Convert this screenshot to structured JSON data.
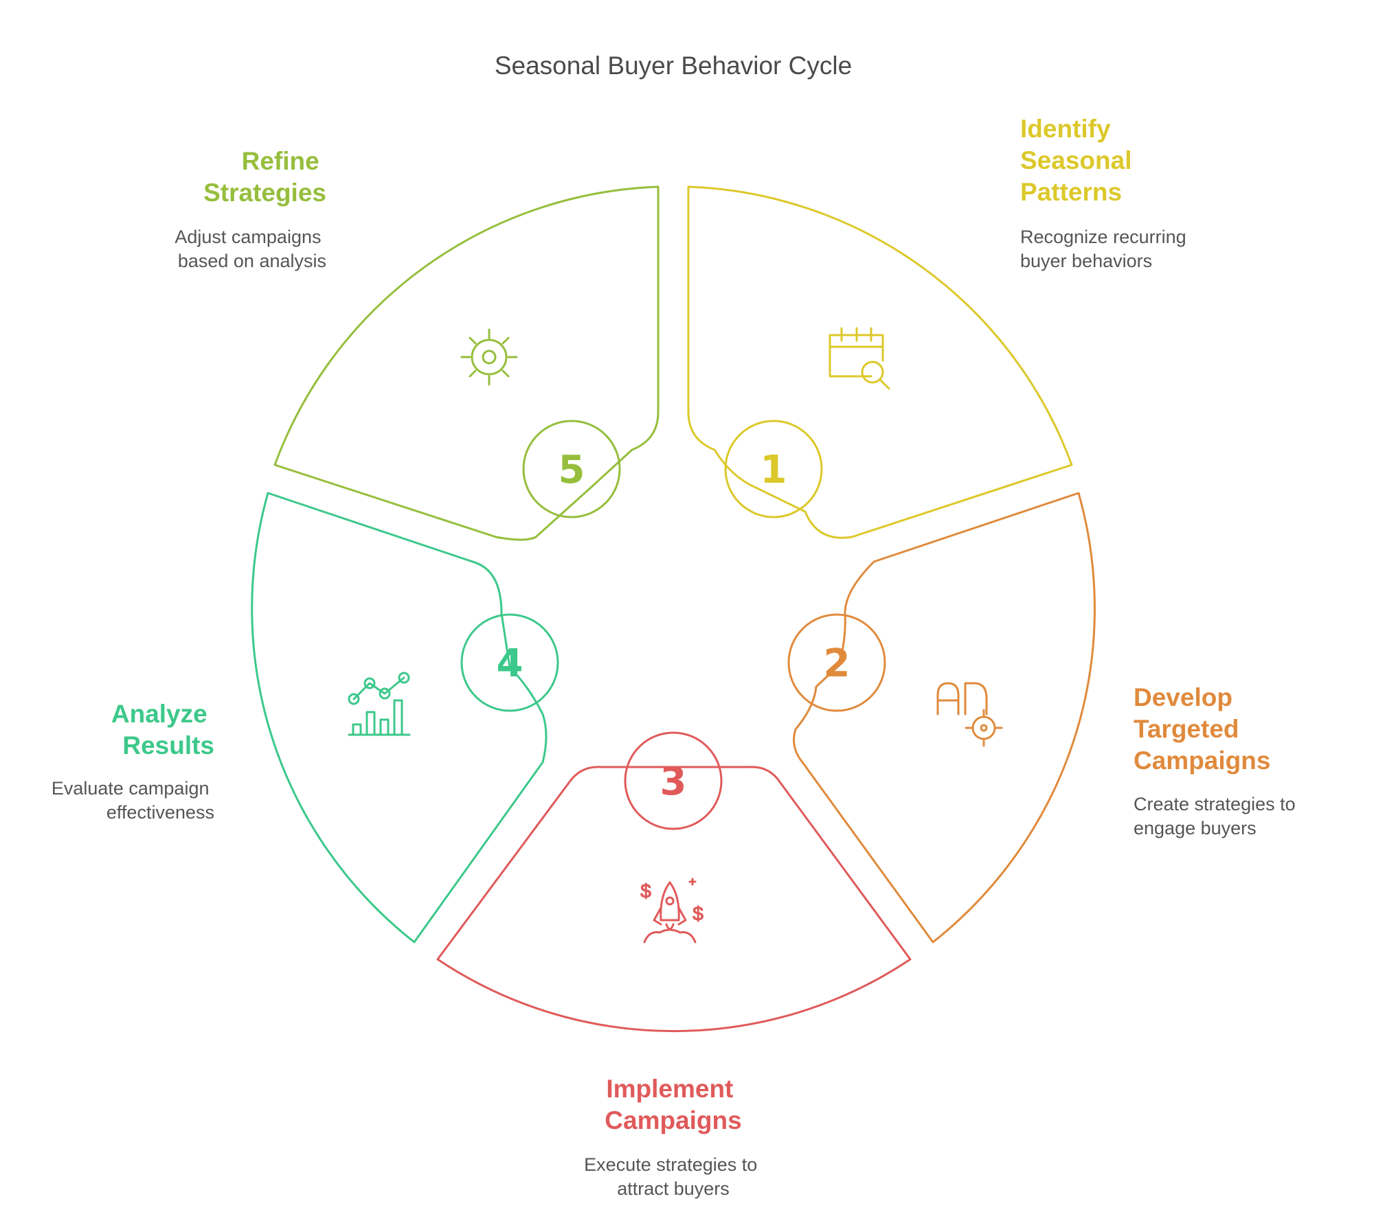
{
  "title": "Seasonal Buyer Behavior Cycle",
  "steps": [
    {
      "number": "1",
      "title_lines": [
        "Identify",
        "Seasonal",
        "Patterns"
      ],
      "desc_lines": [
        "Recognize recurring",
        "buyer behaviors"
      ],
      "color": "#dcc82a",
      "icon": "calendar-search-icon"
    },
    {
      "number": "2",
      "title_lines": [
        "Develop",
        "Targeted",
        "Campaigns"
      ],
      "desc_lines": [
        "Create strategies to",
        "engage buyers"
      ],
      "color": "#e08a3c",
      "icon": "ad-target-icon"
    },
    {
      "number": "3",
      "title_lines": [
        "Implement",
        "Campaigns"
      ],
      "desc_lines": [
        "Execute strategies to",
        "attract buyers"
      ],
      "color": "#e05a5a",
      "icon": "rocket-money-icon"
    },
    {
      "number": "4",
      "title_lines": [
        "Analyze",
        "Results"
      ],
      "desc_lines": [
        "Evaluate campaign",
        "effectiveness"
      ],
      "color": "#3cc88a",
      "icon": "chart-analytics-icon"
    },
    {
      "number": "5",
      "title_lines": [
        "Refine",
        "Strategies"
      ],
      "desc_lines": [
        "Adjust campaigns",
        "based on analysis"
      ],
      "color": "#96be3c",
      "icon": "gear-icon"
    }
  ]
}
